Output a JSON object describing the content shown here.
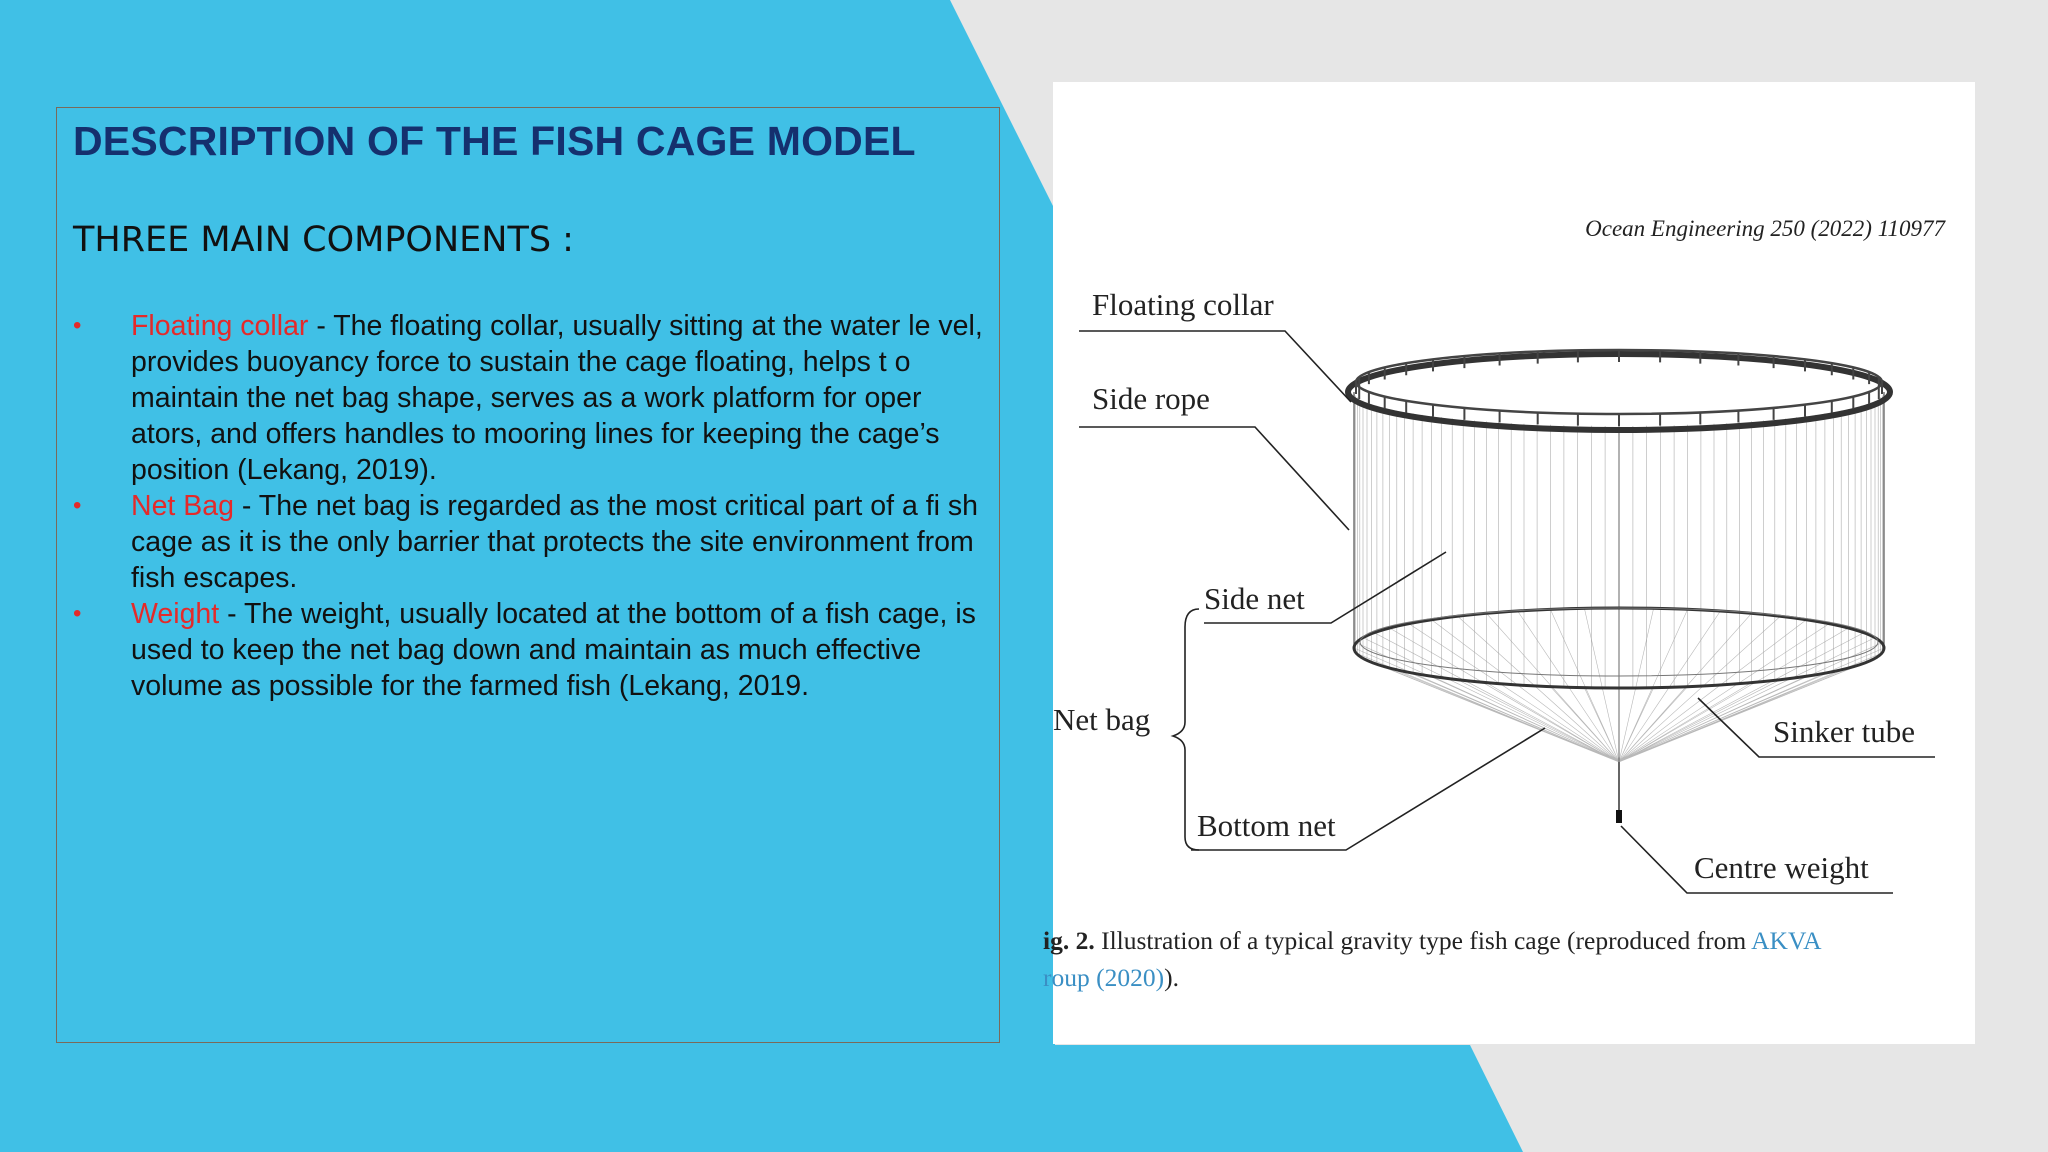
{
  "slide": {
    "title": "DESCRIPTION OF THE FISH CAGE MODEL",
    "subtitle": "THREE MAIN COMPONENTS :",
    "bullets": [
      {
        "term": "Floating collar",
        "text": "  - The floating collar, usually sitting at the water le vel, provides buoyancy force to sustain the cage floating, helps t o maintain the net bag shape, serves as a work platform for oper ators, and offers handles to mooring lines for keeping the cage’s position (Lekang, 2019)."
      },
      {
        "term": "Net Bag",
        "text": " - The net bag is regarded as the most critical part of a fi sh cage as it is the only barrier that protects the site environment from fish escapes."
      },
      {
        "term": "Weight",
        "text": " - The weight, usually located at the bottom of a fish cage, is used to keep the net bag down and maintain as much effective volume as possible for the farmed fish (Lekang, 2019."
      }
    ],
    "bullet_char": "•"
  },
  "figure": {
    "journal_ref": "Ocean Engineering 250 (2022) 110977",
    "labels": {
      "floating_collar": "Floating collar",
      "side_rope": "Side rope",
      "side_net": "Side net",
      "net_bag": "Net bag",
      "bottom_net": "Bottom net",
      "sinker_tube": "Sinker tube",
      "centre_weight": "Centre weight"
    },
    "caption": {
      "fig_label": "ig. 2.",
      "text": " Illustration of a typical gravity type fish cage (reproduced from ",
      "link_1": "AKVA",
      "link_2": "roup (2020)",
      "end": ")."
    }
  },
  "colors": {
    "background_blue": "#40c0e6",
    "background_grey": "#e6e6e6",
    "title_navy": "#15306e",
    "accent_red": "#e42a2a",
    "link_blue": "#3a8fc4"
  }
}
